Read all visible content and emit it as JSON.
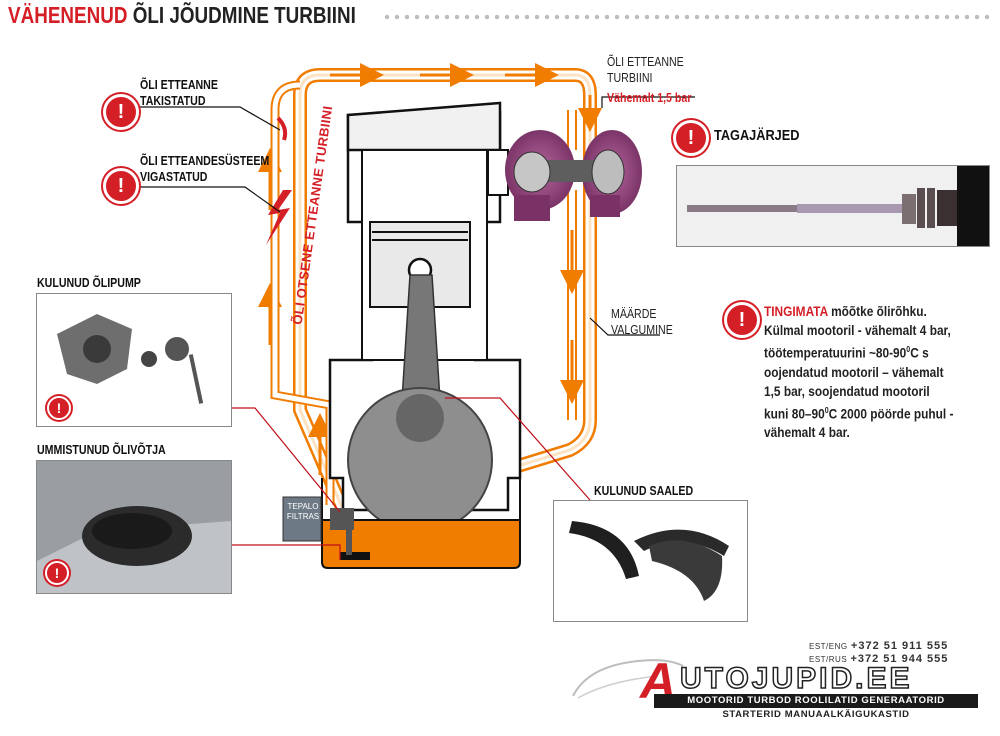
{
  "title": {
    "part1": "VÄHENENUD",
    "part2": "ÕLI JÕUDMINE TURBIINI"
  },
  "labels": {
    "supply_blocked": [
      "ÕLI ETTEANNE",
      "TAKISTATUD"
    ],
    "supply_system_damaged": [
      "ÕLI ETTEANDESÜSTEEM",
      "VIGASTATUD"
    ],
    "turbo_supply": [
      "ÕLI ETTEANNE",
      "TURBIINI"
    ],
    "turbo_min": "Vähemalt 1,5 bar",
    "consequences": "TAGAJÄRJED",
    "lubrication_leak": [
      "MÄÄRDE",
      "VALGUMINE"
    ],
    "direct_supply_vertical": "ÕLI OTSENE ETTEANNE TURBIINI",
    "worn_pump": "KULUNUD ÕLIPUMP",
    "clogged_pickup": "UMMISTUNUD ÕLIVÕTJA",
    "worn_bearings": "KULUNUD SAALED",
    "filter": [
      "TEPALO",
      "FILTRAS"
    ]
  },
  "warning_symbol": "!",
  "note": {
    "highlight": "TINGIMATA",
    "line1_rest": " mõõtke õlirõhku.",
    "line2": "Külmal mootoril - vähemalt 4 bar,",
    "line3a": "töötemperatuurini ~80-90",
    "line3_sup": "0",
    "line3b": "C s",
    "line4": "oojendatud mootoril – vähemalt",
    "line5": "1,5 bar, soojendatud mootoril",
    "line6a": "kuni 80–90",
    "line6_sup": "0",
    "line6b": "C 2000 pöörde puhul -",
    "line7": "vähemalt 4 bar."
  },
  "contacts": {
    "line1_prefix": "EST/ENG",
    "line1_number": "+372 51 911 555",
    "line2_prefix": "EST/RUS",
    "line2_number": "+372 51 944 555"
  },
  "logo": {
    "brand": "UTOJUPID.EE",
    "brand_initial": "A",
    "tagline1": "MOOTORID TURBOD ROOLILATID GENERAATORID",
    "tagline2": "STARTERID MANUAALKÄIGUKASTID"
  },
  "colors": {
    "accent_red": "#d51f26",
    "oil_orange": "#f07c00",
    "turbo_purple": "#8b3a73",
    "engine_gray": "#8a8a8a"
  }
}
